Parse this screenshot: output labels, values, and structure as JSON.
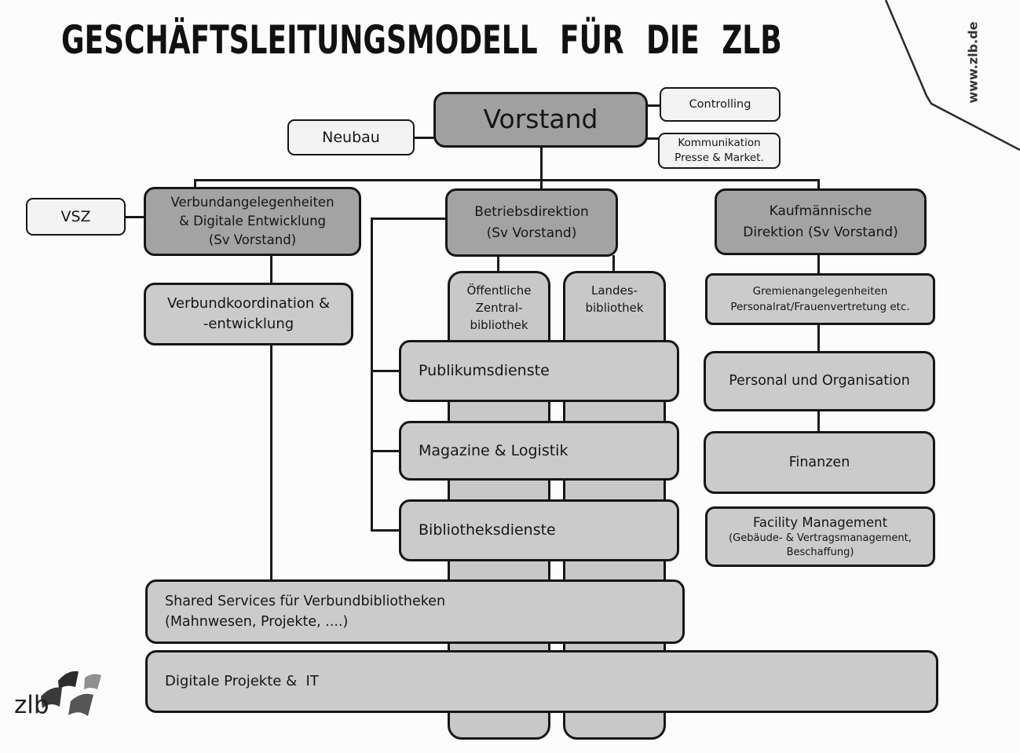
{
  "page": {
    "title": "GESCHÄFTSLEITUNGSMODELL FÜR DIE ZLB",
    "website": "www.zlb.de",
    "logo_text": "zlb"
  },
  "colors": {
    "dark_box": "#a3a3a3",
    "light_box": "#cbcbcb",
    "pale_box": "#f3f3f3",
    "border": "#161616",
    "connector": "#1a1a1a"
  },
  "nodes": {
    "vorstand": {
      "label": "Vorstand"
    },
    "neubau": {
      "label": "Neubau"
    },
    "controlling": {
      "label": "Controlling"
    },
    "kommunikation": {
      "line1": "Kommunikation",
      "line2": "Presse & Market."
    },
    "vsz": {
      "label": "VSZ"
    },
    "verbundangelegenheiten": {
      "line1": "Verbundangelegenheiten",
      "line2": "& Digitale Entwicklung",
      "line3": "(Sv Vorstand)"
    },
    "betriebsdirektion": {
      "line1": "Betriebsdirektion",
      "line2": "(Sv Vorstand)"
    },
    "kaufmaennische_direktion": {
      "line1": "Kaufmännische",
      "line2": "Direktion (Sv Vorstand)"
    },
    "verbundkoordination": {
      "line1": "Verbundkoordination &",
      "line2": "-entwicklung"
    },
    "oeffentliche_zentralbibliothek": {
      "line1": "Öffentliche",
      "line2": "Zentral-",
      "line3": "bibliothek"
    },
    "landesbibliothek": {
      "line1": "Landes-",
      "line2": "bibliothek"
    },
    "publikumsdienste": {
      "label": "Publikumsdienste"
    },
    "magazine_logistik": {
      "label": "Magazine & Logistik"
    },
    "bibliotheksdienste": {
      "label": "Bibliotheksdienste"
    },
    "gremienangelegenheiten": {
      "line1": "Gremienangelegenheiten",
      "line2": "Personalrat/Frauenvertretung etc."
    },
    "personal_organisation": {
      "label": "Personal und Organisation"
    },
    "finanzen": {
      "label": "Finanzen"
    },
    "facility_management": {
      "line1": "Facility Management",
      "line2": "(Gebäude- & Vertragsmanagement,",
      "line3": "Beschaffung)"
    },
    "shared_services": {
      "line1": "Shared Services für Verbundbibliotheken",
      "line2": "(Mahnwesen, Projekte, ....)"
    },
    "digitale_projekte": {
      "label": "Digitale Projekte &  IT"
    }
  }
}
